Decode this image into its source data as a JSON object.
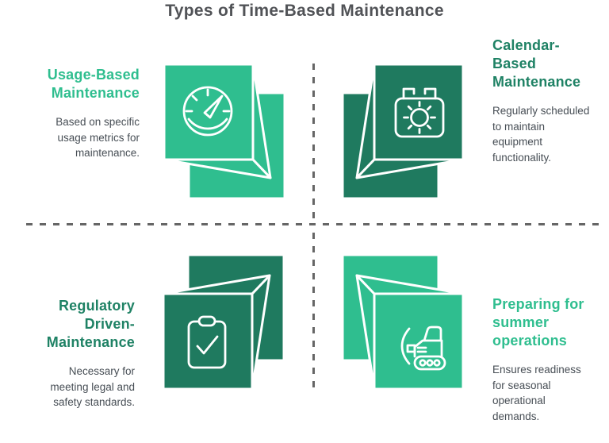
{
  "title": "Types of Time-Based Maintenance",
  "colors": {
    "bright_green": "#2FBE8F",
    "dark_teal": "#1F7A5F",
    "heading_teal": "#1F8265",
    "title_text": "#515357",
    "body_text": "#474E55",
    "divider": "#666666",
    "background": "#FFFFFF",
    "icon_stroke": "#FFFFFF"
  },
  "quadrants": {
    "usage": {
      "heading": "Usage-Based\nMaintenance",
      "description": "Based on specific\nusage metrics for\nmaintenance.",
      "icon": "gauge-icon",
      "box_color": "bright_green"
    },
    "calendar": {
      "heading": "Calendar-\nBased\nMaintenance",
      "description": "Regularly scheduled\nto maintain\nequipment\nfunctionality.",
      "icon": "calendar-sun-icon",
      "box_color": "dark_teal"
    },
    "regulatory": {
      "heading": "Regulatory\nDriven-Maintenance",
      "description": "Necessary for\nmeeting legal and\nsafety standards.",
      "icon": "clipboard-check-icon",
      "box_color": "dark_teal"
    },
    "summer": {
      "heading": "Preparing for\nsummer\noperations",
      "description": "Ensures readiness\nfor seasonal\noperational\ndemands.",
      "icon": "bulldozer-icon",
      "box_color": "bright_green"
    }
  }
}
